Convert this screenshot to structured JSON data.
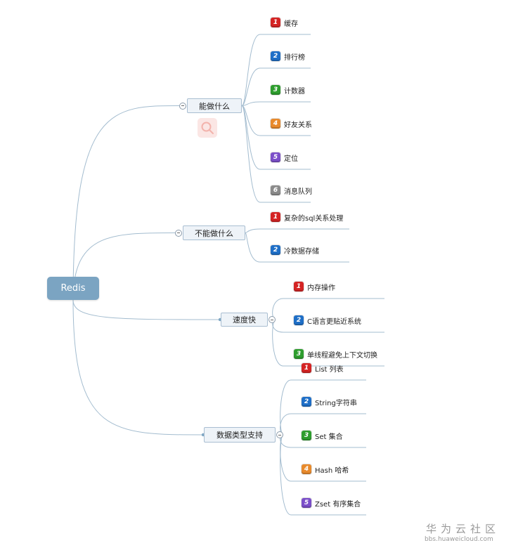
{
  "root": {
    "label": "Redis"
  },
  "branches": [
    {
      "label": "能做什么",
      "items": [
        {
          "num": "1",
          "color": "#d42424",
          "text": "缓存"
        },
        {
          "num": "2",
          "color": "#1f6fc7",
          "text": "排行榜"
        },
        {
          "num": "3",
          "color": "#2e9d2e",
          "text": "计数器"
        },
        {
          "num": "4",
          "color": "#e88a2c",
          "text": "好友关系"
        },
        {
          "num": "5",
          "color": "#7b4fc9",
          "text": "定位"
        },
        {
          "num": "6",
          "color": "#8a8a8a",
          "text": "消息队列"
        }
      ]
    },
    {
      "label": "不能做什么",
      "items": [
        {
          "num": "1",
          "color": "#d42424",
          "text": "复杂的sql关系处理"
        },
        {
          "num": "2",
          "color": "#1f6fc7",
          "text": "冷数据存储"
        }
      ]
    },
    {
      "label": "速度快",
      "items": [
        {
          "num": "1",
          "color": "#d42424",
          "text": "内存操作"
        },
        {
          "num": "2",
          "color": "#1f6fc7",
          "text": "C语言更贴近系统"
        },
        {
          "num": "3",
          "color": "#2e9d2e",
          "text": "单线程避免上下文切换"
        }
      ]
    },
    {
      "label": "数据类型支持",
      "items": [
        {
          "num": "1",
          "color": "#d42424",
          "text": "List 列表"
        },
        {
          "num": "2",
          "color": "#1f6fc7",
          "text": "String字符串"
        },
        {
          "num": "3",
          "color": "#2e9d2e",
          "text": "Set 集合"
        },
        {
          "num": "4",
          "color": "#e88a2c",
          "text": "Hash 哈希"
        },
        {
          "num": "5",
          "color": "#7b4fc9",
          "text": "Zset 有序集合"
        }
      ]
    }
  ],
  "watermark": {
    "title": "华为云社区",
    "url": "bbs.huaweicloud.com"
  }
}
